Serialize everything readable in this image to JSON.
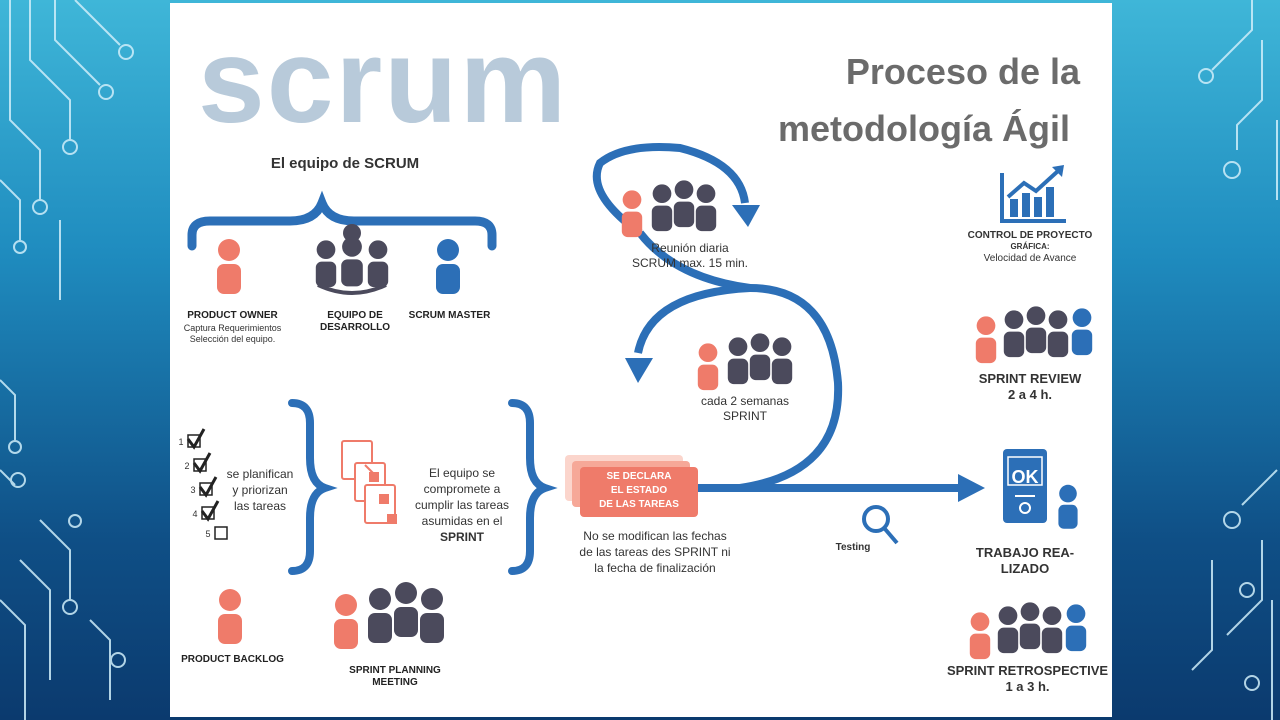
{
  "slide": {
    "logo_word": "scrum",
    "title_line1": "Proceso de la",
    "title_line2": "metodología Ágil"
  },
  "team": {
    "heading": "El equipo de SCRUM",
    "product_owner": "PRODUCT OWNER",
    "product_owner_desc1": "Captura Requerimientos",
    "product_owner_desc2": "Selección del equipo.",
    "dev_team_line1": "EQUIPO DE",
    "dev_team_line2": "DESARROLLO",
    "scrum_master": "SCRUM MASTER"
  },
  "daily": {
    "line1": "Reunión diaria",
    "line2": "SCRUM  max. 15 min."
  },
  "sprint_cycle": {
    "line1": "cada 2 semanas",
    "line2": "SPRINT"
  },
  "control": {
    "line1": "CONTROL DE PROYECTO",
    "line2": "GRÁFICA:",
    "line3": "Velocidad de Avance"
  },
  "review": {
    "line1": "SPRINT REVIEW",
    "line2": "2 a 4 h."
  },
  "planning": {
    "checklist_numbers": [
      "1",
      "2",
      "3",
      "4",
      "5"
    ],
    "text_line1": "se planifican",
    "text_line2": "y priorizan",
    "text_line3": "las tareas",
    "commit_line1": "El equipo se",
    "commit_line2": "compromete a",
    "commit_line3": "cumplir las tareas",
    "commit_line4": "asumidas en el",
    "commit_line5": "SPRINT",
    "backlog": "PRODUCT BACKLOG",
    "meeting_line1": "SPRINT PLANNING",
    "meeting_line2": "MEETING"
  },
  "declare": {
    "line1": "SE DECLARA",
    "line2": "EL ESTADO",
    "line3": "DE LAS TAREAS",
    "note1": "No se modifican las fechas",
    "note2": "de las tareas des SPRINT ni",
    "note3": "la fecha de finalización"
  },
  "testing": {
    "label": "Testing"
  },
  "done": {
    "ok": "OK",
    "line1": "TRABAJO REA-",
    "line2": "LIZADO"
  },
  "retro": {
    "line1": "SPRINT RETROSPECTIVE",
    "line2": "1 a 3 h."
  },
  "colors": {
    "coral": "#ef7b6a",
    "navy": "#4b4a5c",
    "blue": "#2c6fb7",
    "logo_gray": "#b8cada"
  }
}
